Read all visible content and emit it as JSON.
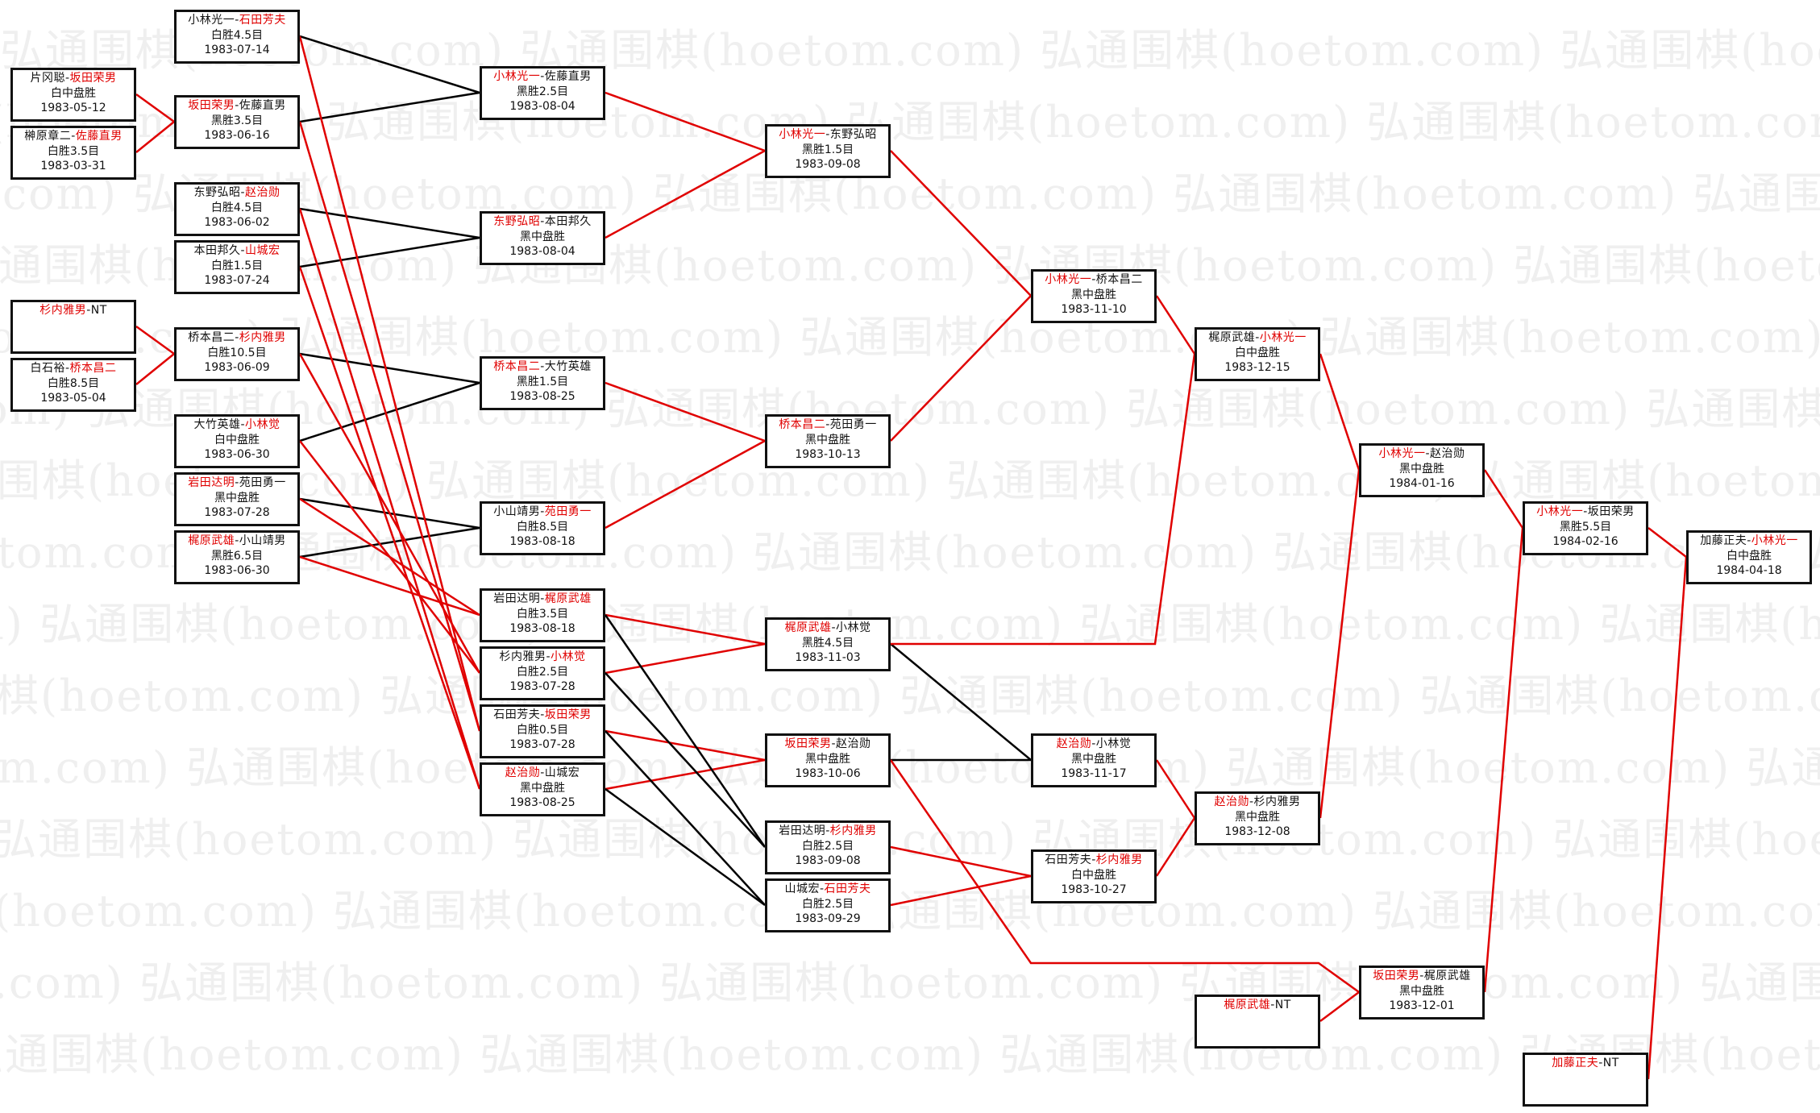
{
  "watermark": "弘通围棋(hoetom.com)",
  "colors": {
    "winner": "#e00000",
    "winner_line": "#e00000",
    "loser_line": "#000000"
  },
  "matches": [
    {
      "id": "a1",
      "p1": "片冈聪",
      "p2": "坂田荣男",
      "winner": 2,
      "result": "白中盘胜",
      "date": "1983-05-12"
    },
    {
      "id": "a2",
      "p1": "榊原章二",
      "p2": "佐藤直男",
      "winner": 2,
      "result": "白胜3.5目",
      "date": "1983-03-31"
    },
    {
      "id": "a3",
      "p1": "杉内雅男",
      "p2": "NT",
      "winner": 1,
      "result": "",
      "date": ""
    },
    {
      "id": "a4",
      "p1": "白石裕",
      "p2": "桥本昌二",
      "winner": 2,
      "result": "白胜8.5目",
      "date": "1983-05-04"
    },
    {
      "id": "b1",
      "p1": "小林光一",
      "p2": "石田芳夫",
      "winner": 2,
      "result": "白胜4.5目",
      "date": "1983-07-14"
    },
    {
      "id": "b2",
      "p1": "坂田荣男",
      "p2": "佐藤直男",
      "winner": 1,
      "result": "黑胜3.5目",
      "date": "1983-06-16"
    },
    {
      "id": "b3",
      "p1": "东野弘昭",
      "p2": "赵治勋",
      "winner": 2,
      "result": "白胜4.5目",
      "date": "1983-06-02"
    },
    {
      "id": "b4",
      "p1": "本田邦久",
      "p2": "山城宏",
      "winner": 2,
      "result": "白胜1.5目",
      "date": "1983-07-24"
    },
    {
      "id": "b5",
      "p1": "桥本昌二",
      "p2": "杉内雅男",
      "winner": 2,
      "result": "白胜10.5目",
      "date": "1983-06-09"
    },
    {
      "id": "b6",
      "p1": "大竹英雄",
      "p2": "小林觉",
      "winner": 2,
      "result": "白中盘胜",
      "date": "1983-06-30"
    },
    {
      "id": "b7",
      "p1": "岩田达明",
      "p2": "苑田勇一",
      "winner": 1,
      "result": "黑中盘胜",
      "date": "1983-07-28"
    },
    {
      "id": "b8",
      "p1": "梶原武雄",
      "p2": "小山靖男",
      "winner": 1,
      "result": "黑胜6.5目",
      "date": "1983-06-30"
    },
    {
      "id": "c1",
      "p1": "小林光一",
      "p2": "佐藤直男",
      "winner": 1,
      "result": "黑胜2.5目",
      "date": "1983-08-04"
    },
    {
      "id": "c2",
      "p1": "东野弘昭",
      "p2": "本田邦久",
      "winner": 1,
      "result": "黑中盘胜",
      "date": "1983-08-04"
    },
    {
      "id": "c3",
      "p1": "桥本昌二",
      "p2": "大竹英雄",
      "winner": 1,
      "result": "黑胜1.5目",
      "date": "1983-08-25"
    },
    {
      "id": "c4",
      "p1": "小山靖男",
      "p2": "苑田勇一",
      "winner": 2,
      "result": "白胜8.5目",
      "date": "1983-08-18"
    },
    {
      "id": "c5",
      "p1": "岩田达明",
      "p2": "梶原武雄",
      "winner": 2,
      "result": "白胜3.5目",
      "date": "1983-08-18"
    },
    {
      "id": "c6",
      "p1": "杉内雅男",
      "p2": "小林觉",
      "winner": 2,
      "result": "白胜2.5目",
      "date": "1983-07-28"
    },
    {
      "id": "c7",
      "p1": "石田芳夫",
      "p2": "坂田荣男",
      "winner": 2,
      "result": "白胜0.5目",
      "date": "1983-07-28"
    },
    {
      "id": "c8",
      "p1": "赵治勋",
      "p2": "山城宏",
      "winner": 1,
      "result": "黑中盘胜",
      "date": "1983-08-25"
    },
    {
      "id": "d1",
      "p1": "小林光一",
      "p2": "东野弘昭",
      "winner": 1,
      "result": "黑胜1.5目",
      "date": "1983-09-08"
    },
    {
      "id": "d2",
      "p1": "桥本昌二",
      "p2": "苑田勇一",
      "winner": 1,
      "result": "黑中盘胜",
      "date": "1983-10-13"
    },
    {
      "id": "d3",
      "p1": "梶原武雄",
      "p2": "小林觉",
      "winner": 1,
      "result": "黑胜4.5目",
      "date": "1983-11-03"
    },
    {
      "id": "d4",
      "p1": "坂田荣男",
      "p2": "赵治勋",
      "winner": 1,
      "result": "黑中盘胜",
      "date": "1983-10-06"
    },
    {
      "id": "d5",
      "p1": "岩田达明",
      "p2": "杉内雅男",
      "winner": 2,
      "result": "白胜2.5目",
      "date": "1983-09-08"
    },
    {
      "id": "d6",
      "p1": "山城宏",
      "p2": "石田芳夫",
      "winner": 2,
      "result": "白胜2.5目",
      "date": "1983-09-29"
    },
    {
      "id": "e1",
      "p1": "小林光一",
      "p2": "桥本昌二",
      "winner": 1,
      "result": "黑中盘胜",
      "date": "1983-11-10"
    },
    {
      "id": "e2",
      "p1": "赵治勋",
      "p2": "小林觉",
      "winner": 1,
      "result": "黑中盘胜",
      "date": "1983-11-17"
    },
    {
      "id": "e3",
      "p1": "石田芳夫",
      "p2": "杉内雅男",
      "winner": 2,
      "result": "白中盘胜",
      "date": "1983-10-27"
    },
    {
      "id": "f1",
      "p1": "梶原武雄",
      "p2": "小林光一",
      "winner": 2,
      "result": "白中盘胜",
      "date": "1983-12-15"
    },
    {
      "id": "f2",
      "p1": "赵治勋",
      "p2": "杉内雅男",
      "winner": 1,
      "result": "黑中盘胜",
      "date": "1983-12-08"
    },
    {
      "id": "f3",
      "p1": "梶原武雄",
      "p2": "NT",
      "winner": 1,
      "result": "",
      "date": ""
    },
    {
      "id": "g1",
      "p1": "小林光一",
      "p2": "赵治勋",
      "winner": 1,
      "result": "黑中盘胜",
      "date": "1984-01-16"
    },
    {
      "id": "g2",
      "p1": "坂田荣男",
      "p2": "梶原武雄",
      "winner": 1,
      "result": "黑中盘胜",
      "date": "1983-12-01"
    },
    {
      "id": "h1",
      "p1": "小林光一",
      "p2": "坂田荣男",
      "winner": 1,
      "result": "黑胜5.5目",
      "date": "1984-02-16"
    },
    {
      "id": "h2",
      "p1": "加藤正夫",
      "p2": "NT",
      "winner": 1,
      "result": "",
      "date": ""
    },
    {
      "id": "i1",
      "p1": "加藤正夫",
      "p2": "小林光一",
      "winner": 2,
      "result": "白中盘胜",
      "date": "1984-04-18"
    }
  ]
}
